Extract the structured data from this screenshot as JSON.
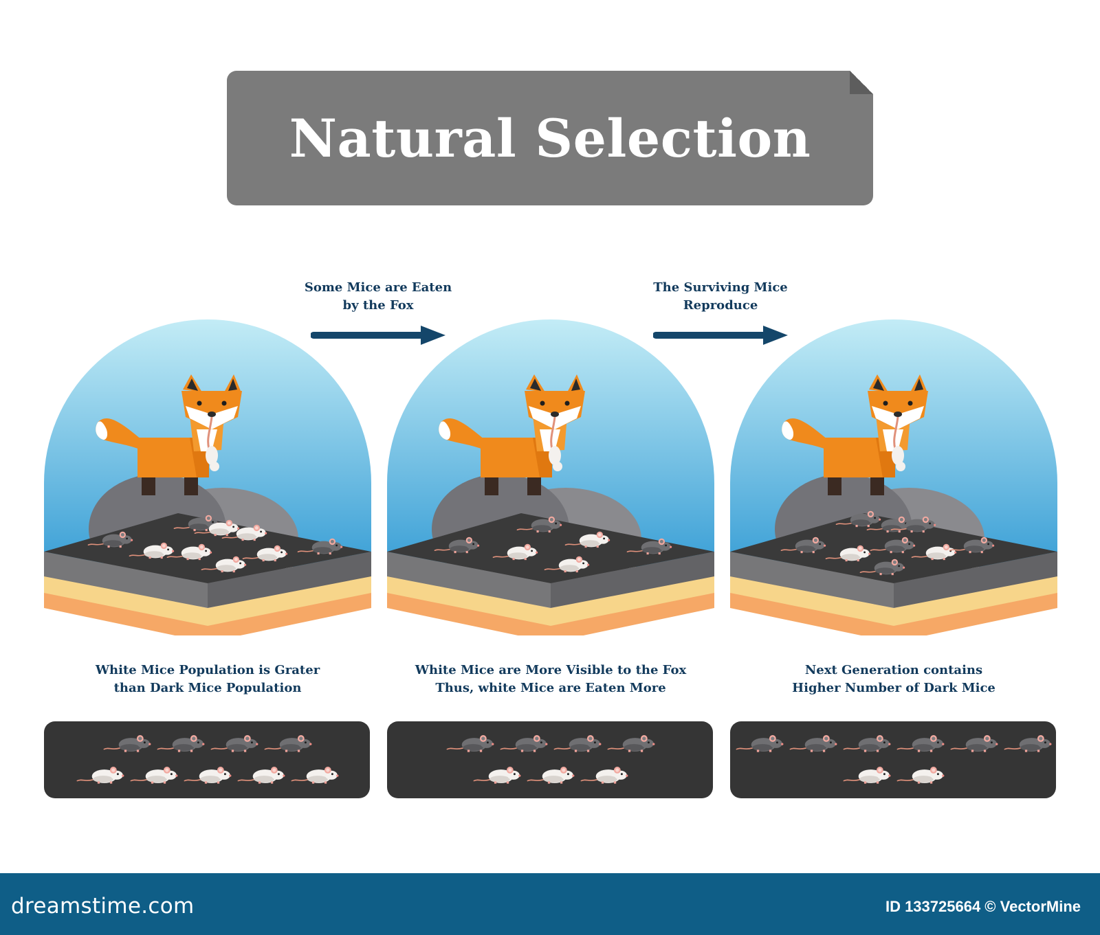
{
  "title": "Natural Selection",
  "steps": [
    {
      "label_line1": "Some Mice are Eaten",
      "label_line2": "by the Fox"
    },
    {
      "label_line1": "The Surviving Mice",
      "label_line2": "Reproduce"
    }
  ],
  "panels": [
    {
      "caption_line1": "White Mice Population is Grater",
      "caption_line2": "than Dark Mice Population",
      "population": {
        "dark": 4,
        "white": 5
      }
    },
    {
      "caption_line1": "White Mice are More Visible to the Fox",
      "caption_line2": "Thus, white Mice are Eaten More",
      "population": {
        "dark": 4,
        "white": 3
      }
    },
    {
      "caption_line1": "Next Generation contains",
      "caption_line2": "Higher Number of Dark Mice",
      "population": {
        "dark": 6,
        "white": 2
      }
    }
  ],
  "watermark": {
    "brand": "dreamstime.com",
    "stock_id": "ID 133725664 © VectorMine"
  },
  "colors": {
    "sky_top": "#c3ecf6",
    "sky_bottom": "#3a9fd6",
    "ground": "#3a3a3a",
    "fox": "#f08a1c",
    "arrow": "#14466a",
    "footer": "#0f5e87",
    "banner": "#7b7b7b"
  }
}
